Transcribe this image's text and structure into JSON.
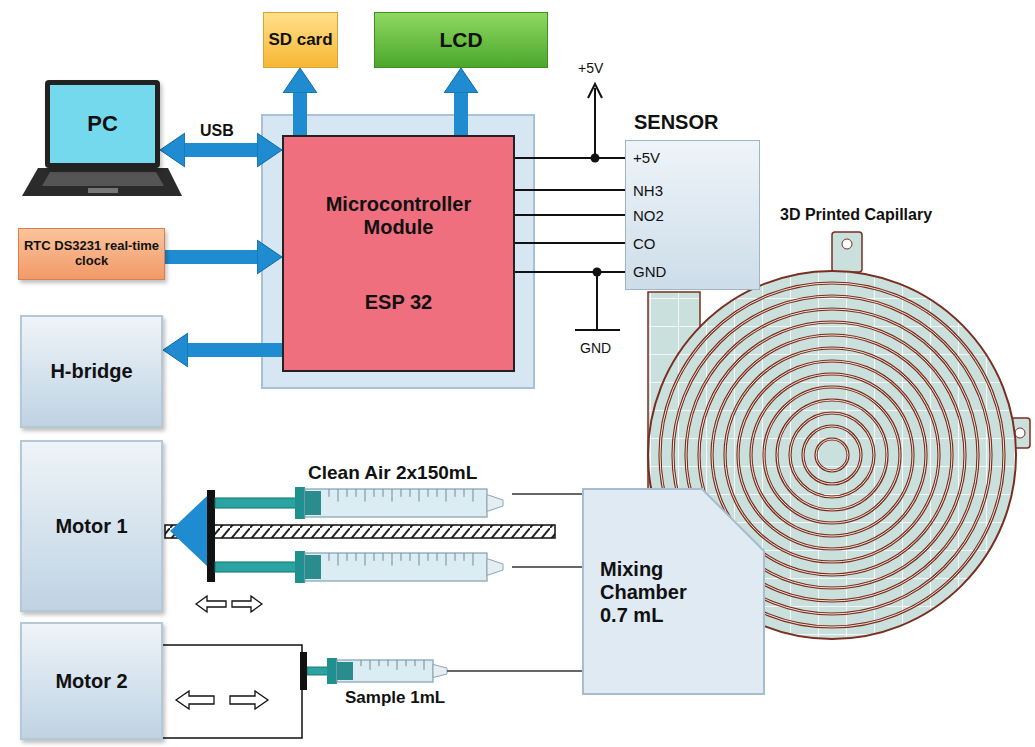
{
  "diagram": {
    "nodes": [
      {
        "text": [
          "SD card"
        ]
      },
      {
        "text": [
          "LCD"
        ]
      },
      {
        "text": [
          "PC"
        ]
      },
      {
        "text": [
          "Microcontroller Module",
          "ESP 32"
        ]
      },
      {
        "text": [
          "SENSOR",
          "+5V",
          "NH3",
          "NO2",
          "CO",
          "GND"
        ]
      },
      {
        "text": [
          "RTC DS3231 real-time clock"
        ]
      },
      {
        "text": [
          "H-bridge"
        ]
      },
      {
        "text": [
          "Motor 1"
        ]
      },
      {
        "text": [
          "Motor 2"
        ]
      },
      {
        "text": [
          "Mixing Chamber 0.7 mL"
        ]
      }
    ],
    "edges": [
      {
        "from": 2,
        "to": 3,
        "arrow": "both",
        "label": "USB"
      },
      {
        "from": 3,
        "to": 0,
        "arrow": "to"
      },
      {
        "from": 3,
        "to": 1,
        "arrow": "to"
      },
      {
        "from": 5,
        "to": 3,
        "arrow": "to"
      },
      {
        "from": 3,
        "to": 6,
        "arrow": "to"
      },
      {
        "from": 3,
        "to": 4,
        "arrow": "none"
      },
      {
        "from": 3,
        "to": 4,
        "arrow": "none"
      },
      {
        "from": 3,
        "to": 4,
        "arrow": "none"
      },
      {
        "from": 3,
        "to": 4,
        "arrow": "none"
      },
      {
        "from": 3,
        "to": 4,
        "arrow": "none"
      }
    ],
    "labels": [
      "+5V",
      "GND",
      "3D Printed Capillary",
      "Clean Air 2x150mL",
      "Sample 1mL"
    ]
  }
}
